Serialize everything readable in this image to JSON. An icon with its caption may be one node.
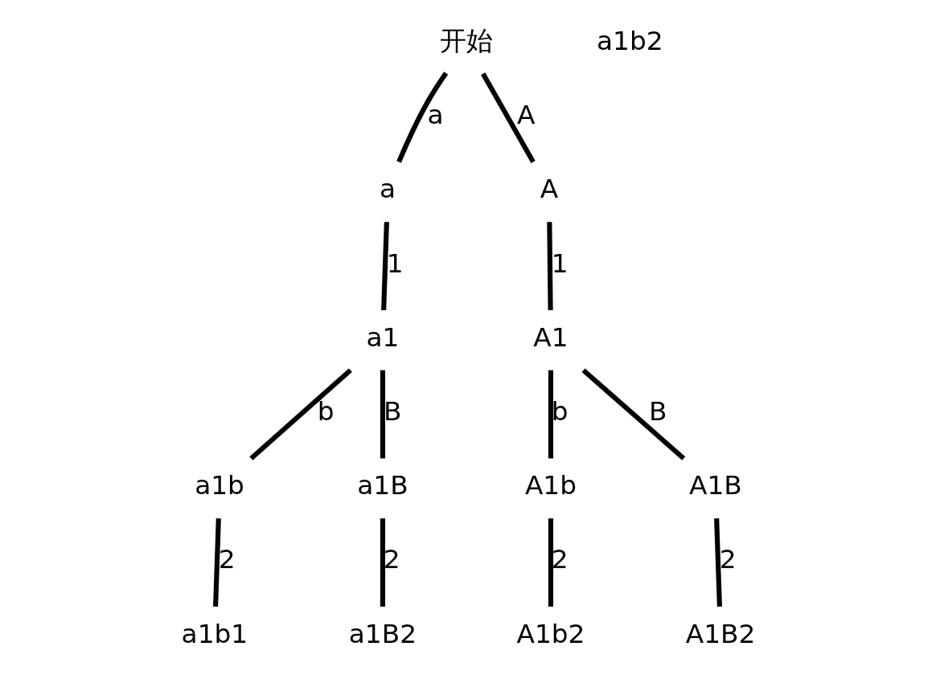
{
  "diagram": {
    "nodes": [
      {
        "text": [
          "开始"
        ]
      },
      {
        "text": [
          "a"
        ]
      },
      {
        "text": [
          "A"
        ]
      },
      {
        "text": [
          "a1"
        ]
      },
      {
        "text": [
          "A1"
        ]
      },
      {
        "text": [
          "a1b"
        ]
      },
      {
        "text": [
          "a1B"
        ]
      },
      {
        "text": [
          "A1b"
        ]
      },
      {
        "text": [
          "A1B"
        ]
      },
      {
        "text": [
          "a1b1"
        ]
      },
      {
        "text": [
          "a1B2"
        ]
      },
      {
        "text": [
          "A1b2"
        ]
      },
      {
        "text": [
          "A1B2"
        ]
      }
    ],
    "edges": [
      {
        "from": 0,
        "to": 1,
        "arrow": "none",
        "label": "a"
      },
      {
        "from": 0,
        "to": 2,
        "arrow": "none",
        "label": "A"
      },
      {
        "from": 1,
        "to": 3,
        "arrow": "none",
        "label": "1"
      },
      {
        "from": 2,
        "to": 4,
        "arrow": "none",
        "label": "1"
      },
      {
        "from": 3,
        "to": 5,
        "arrow": "none",
        "label": "b"
      },
      {
        "from": 3,
        "to": 6,
        "arrow": "none",
        "label": "B"
      },
      {
        "from": 4,
        "to": 7,
        "arrow": "none",
        "label": "b"
      },
      {
        "from": 4,
        "to": 8,
        "arrow": "none",
        "label": "B"
      },
      {
        "from": 5,
        "to": 9,
        "arrow": "none",
        "label": "2"
      },
      {
        "from": 6,
        "to": 10,
        "arrow": "none",
        "label": "2"
      },
      {
        "from": 7,
        "to": 11,
        "arrow": "none",
        "label": "2"
      },
      {
        "from": 8,
        "to": 12,
        "arrow": "none",
        "label": "2"
      }
    ],
    "labels": [
      "a1b2"
    ]
  }
}
